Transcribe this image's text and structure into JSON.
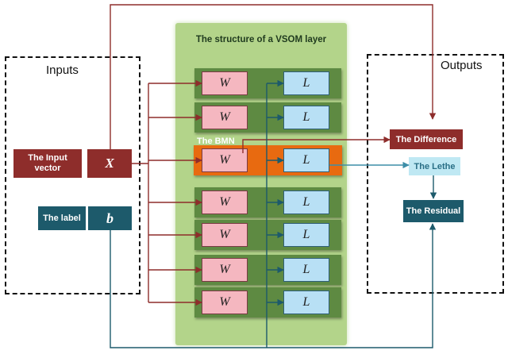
{
  "vsom": {
    "title": "The structure of a VSOM layer",
    "bmn_label": "The BMN"
  },
  "inputs": {
    "heading": "Inputs",
    "vector_label": "The Input vector",
    "vector_symbol": "X",
    "label_label": "The label",
    "label_symbol": "b"
  },
  "outputs": {
    "heading": "Outputs",
    "difference": "The Difference",
    "lethe": "The Lethe",
    "residual": "The Residual"
  },
  "rows": [
    {
      "w": "W",
      "l": "L",
      "bmn": false
    },
    {
      "w": "W",
      "l": "L",
      "bmn": false
    },
    {
      "w": "W",
      "l": "L",
      "bmn": true
    },
    {
      "w": "W",
      "l": "L",
      "bmn": false
    },
    {
      "w": "W",
      "l": "L",
      "bmn": false
    },
    {
      "w": "W",
      "l": "L",
      "bmn": false
    },
    {
      "w": "W",
      "l": "L",
      "bmn": false
    }
  ],
  "colors": {
    "red_line": "#8e2d2b",
    "teal_line": "#1d5a6b",
    "green": "#5e8a42",
    "orange": "#e86a10"
  }
}
